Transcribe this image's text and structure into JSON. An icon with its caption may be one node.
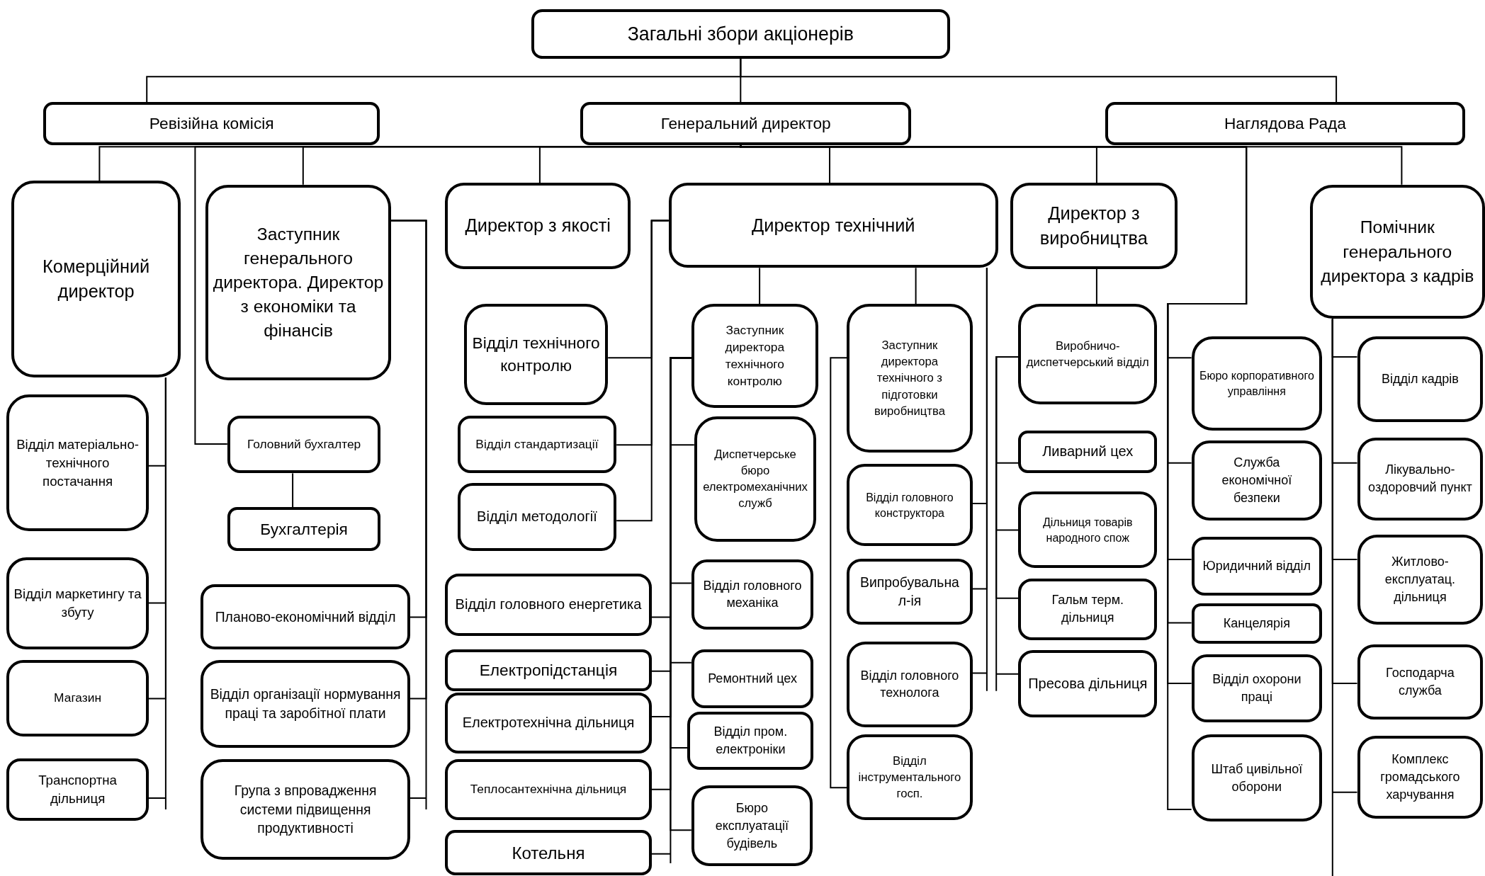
{
  "diagram": {
    "nodes": [
      {
        "text": [
          "Загальні збори акціонерів"
        ]
      },
      {
        "text": [
          "Ревізійна комісія"
        ]
      },
      {
        "text": [
          "Генеральний директор"
        ]
      },
      {
        "text": [
          "Наглядова Рада"
        ]
      },
      {
        "text": [
          "Комерційний директор"
        ]
      },
      {
        "text": [
          "Відділ матеріально-технічного постачання"
        ]
      },
      {
        "text": [
          "Відділ маркетингу та збуту"
        ]
      },
      {
        "text": [
          "Магазин"
        ]
      },
      {
        "text": [
          "Транспортна дільниця"
        ]
      },
      {
        "text": [
          "Заступник генерального директора. Директор з економіки та фінансів"
        ]
      },
      {
        "text": [
          "Головний бухгалтер"
        ]
      },
      {
        "text": [
          "Бухгалтерія"
        ]
      },
      {
        "text": [
          "Планово-економічний відділ"
        ]
      },
      {
        "text": [
          "Відділ організації нормування праці та заробітної плати"
        ]
      },
      {
        "text": [
          "Група з впровадження системи підвищення продуктивності"
        ]
      },
      {
        "text": [
          "Директор з якості"
        ]
      },
      {
        "text": [
          "Відділ технічного контролю"
        ]
      },
      {
        "text": [
          "Відділ стандартизації"
        ]
      },
      {
        "text": [
          "Відділ методології"
        ]
      },
      {
        "text": [
          "Директор технічний"
        ]
      },
      {
        "text": [
          "Заступник директора технічного контролю"
        ]
      },
      {
        "text": [
          "Відділ головного енергетика"
        ]
      },
      {
        "text": [
          "Електропідстанція"
        ]
      },
      {
        "text": [
          "Електротехнічна дільниця"
        ]
      },
      {
        "text": [
          "Теплосантехнічна дільниця"
        ]
      },
      {
        "text": [
          "Котельня"
        ]
      },
      {
        "text": [
          "Диспетчерське бюро електромеханічних служб"
        ]
      },
      {
        "text": [
          "Відділ головного механіка"
        ]
      },
      {
        "text": [
          "Ремонтний цех"
        ]
      },
      {
        "text": [
          "Відділ пром. електроніки"
        ]
      },
      {
        "text": [
          "Бюро експлуатації будівель"
        ]
      },
      {
        "text": [
          "Заступник директора технічного з підготовки виробництва"
        ]
      },
      {
        "text": [
          "Відділ головного конструктора"
        ]
      },
      {
        "text": [
          "Випробувальна л-ія"
        ]
      },
      {
        "text": [
          "Відділ головного технолога"
        ]
      },
      {
        "text": [
          "Відділ інструментального госп."
        ]
      },
      {
        "text": [
          "Директор з виробництва"
        ]
      },
      {
        "text": [
          "Виробничо-диспетчерський відділ"
        ]
      },
      {
        "text": [
          "Ливарний цех"
        ]
      },
      {
        "text": [
          "Дільниця товарів народного спож"
        ]
      },
      {
        "text": [
          "Гальм терм. дільниця"
        ]
      },
      {
        "text": [
          "Пресова дільниця"
        ]
      },
      {
        "text": [
          "Помічник генерального директора з кадрів"
        ]
      },
      {
        "text": [
          "Бюро корпоративного управління"
        ]
      },
      {
        "text": [
          "Служба економічної безпеки"
        ]
      },
      {
        "text": [
          "Юридичний відділ"
        ]
      },
      {
        "text": [
          "Канцелярія"
        ]
      },
      {
        "text": [
          "Відділ охорони праці"
        ]
      },
      {
        "text": [
          "Штаб цивільної оборони"
        ]
      },
      {
        "text": [
          "Відділ кадрів"
        ]
      },
      {
        "text": [
          "Лікувально-оздоровчий пункт"
        ]
      },
      {
        "text": [
          "Житлово-експлуатац. дільниця"
        ]
      },
      {
        "text": [
          "Господарча служба"
        ]
      },
      {
        "text": [
          "Комплекс громадського харчування"
        ]
      }
    ],
    "edges": [
      {
        "from": 0,
        "to": 1,
        "arrow": "none"
      },
      {
        "from": 0,
        "to": 2,
        "arrow": "none"
      },
      {
        "from": 0,
        "to": 3,
        "arrow": "none"
      },
      {
        "from": 2,
        "to": 4,
        "arrow": "none"
      },
      {
        "from": 2,
        "to": 9,
        "arrow": "none"
      },
      {
        "from": 2,
        "to": 10,
        "arrow": "none"
      },
      {
        "from": 2,
        "to": 15,
        "arrow": "none"
      },
      {
        "from": 2,
        "to": 19,
        "arrow": "none"
      },
      {
        "from": 2,
        "to": 36,
        "arrow": "none"
      },
      {
        "from": 2,
        "to": 42,
        "arrow": "none"
      },
      {
        "from": 2,
        "to": 43,
        "arrow": "none"
      },
      {
        "from": 2,
        "to": 44,
        "arrow": "none"
      },
      {
        "from": 2,
        "to": 45,
        "arrow": "none"
      },
      {
        "from": 2,
        "to": 46,
        "arrow": "none"
      },
      {
        "from": 2,
        "to": 47,
        "arrow": "none"
      },
      {
        "from": 2,
        "to": 48,
        "arrow": "none"
      },
      {
        "from": 4,
        "to": 5,
        "arrow": "none"
      },
      {
        "from": 4,
        "to": 6,
        "arrow": "none"
      },
      {
        "from": 4,
        "to": 7,
        "arrow": "none"
      },
      {
        "from": 4,
        "to": 8,
        "arrow": "none"
      },
      {
        "from": 10,
        "to": 11,
        "arrow": "none"
      },
      {
        "from": 9,
        "to": 12,
        "arrow": "none"
      },
      {
        "from": 9,
        "to": 13,
        "arrow": "none"
      },
      {
        "from": 9,
        "to": 14,
        "arrow": "none"
      },
      {
        "from": 19,
        "to": 16,
        "arrow": "none"
      },
      {
        "from": 19,
        "to": 17,
        "arrow": "none"
      },
      {
        "from": 19,
        "to": 18,
        "arrow": "none"
      },
      {
        "from": 19,
        "to": 20,
        "arrow": "none"
      },
      {
        "from": 19,
        "to": 31,
        "arrow": "none"
      },
      {
        "from": 20,
        "to": 21,
        "arrow": "none"
      },
      {
        "from": 20,
        "to": 22,
        "arrow": "none"
      },
      {
        "from": 20,
        "to": 23,
        "arrow": "none"
      },
      {
        "from": 20,
        "to": 24,
        "arrow": "none"
      },
      {
        "from": 20,
        "to": 25,
        "arrow": "none"
      },
      {
        "from": 20,
        "to": 26,
        "arrow": "none"
      },
      {
        "from": 20,
        "to": 27,
        "arrow": "none"
      },
      {
        "from": 20,
        "to": 28,
        "arrow": "none"
      },
      {
        "from": 20,
        "to": 29,
        "arrow": "none"
      },
      {
        "from": 20,
        "to": 30,
        "arrow": "none"
      },
      {
        "from": 19,
        "to": 32,
        "arrow": "none"
      },
      {
        "from": 19,
        "to": 33,
        "arrow": "none"
      },
      {
        "from": 19,
        "to": 34,
        "arrow": "none"
      },
      {
        "from": 31,
        "to": 35,
        "arrow": "none"
      },
      {
        "from": 36,
        "to": 37,
        "arrow": "none"
      },
      {
        "from": 37,
        "to": 38,
        "arrow": "none"
      },
      {
        "from": 37,
        "to": 39,
        "arrow": "none"
      },
      {
        "from": 37,
        "to": 40,
        "arrow": "none"
      },
      {
        "from": 37,
        "to": 41,
        "arrow": "none"
      },
      {
        "from": 42,
        "to": 49,
        "arrow": "none"
      },
      {
        "from": 42,
        "to": 50,
        "arrow": "none"
      },
      {
        "from": 42,
        "to": 51,
        "arrow": "none"
      },
      {
        "from": 42,
        "to": 52,
        "arrow": "none"
      },
      {
        "from": 42,
        "to": 53,
        "arrow": "none"
      }
    ]
  }
}
